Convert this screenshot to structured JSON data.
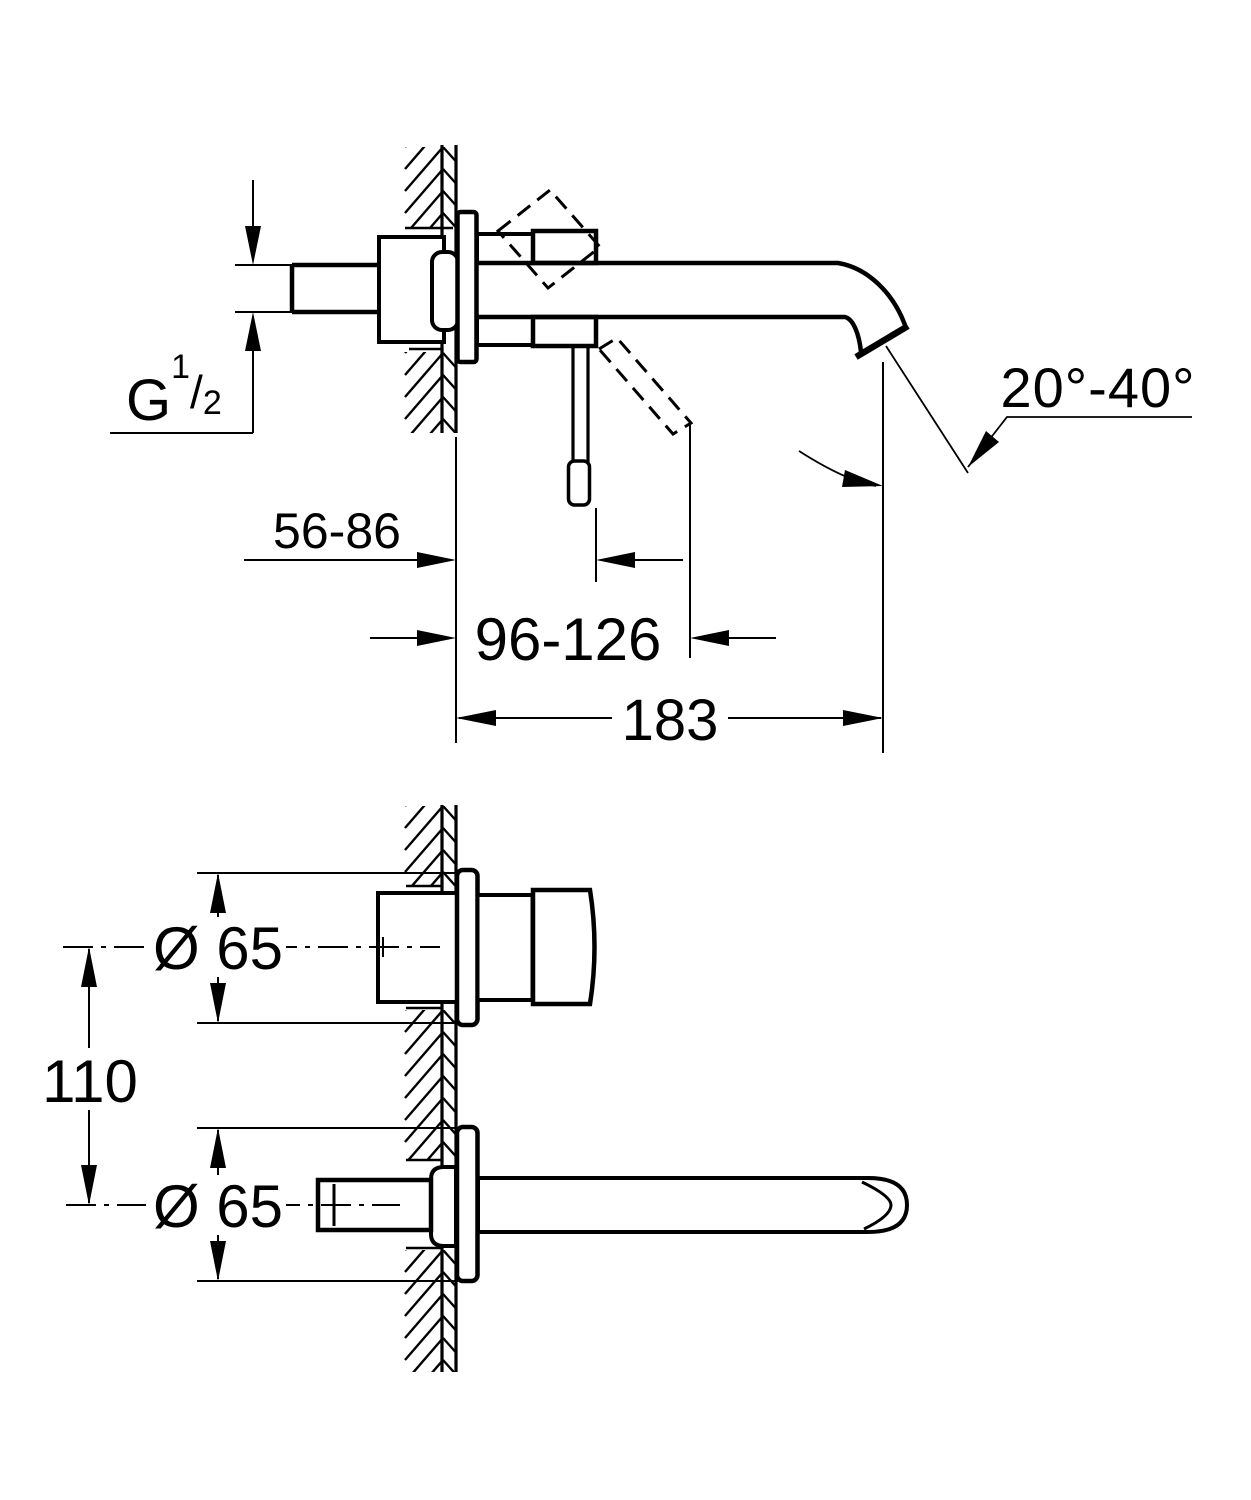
{
  "drawing": {
    "type": "technical-dimension-drawing",
    "subject": "wall-mounted-two-hole-basin-mixer",
    "background_color": "#ffffff",
    "line_color": "#000000",
    "views": {
      "side_section": {
        "name": "side section view with wall"
      },
      "front": {
        "name": "front view with wall"
      }
    },
    "labels": {
      "thread": {
        "main": "G",
        "numerator": "1",
        "slash": "/",
        "denominator": "2"
      },
      "wall_depth_range": "56-86",
      "lever_projection_range": "96-126",
      "spout_projection": "183",
      "spout_angle_range": "20°-40°",
      "handle_escutcheon_diameter": "Ø 65",
      "spout_escutcheon_diameter": "Ø 65",
      "hole_center_distance": "110"
    }
  }
}
